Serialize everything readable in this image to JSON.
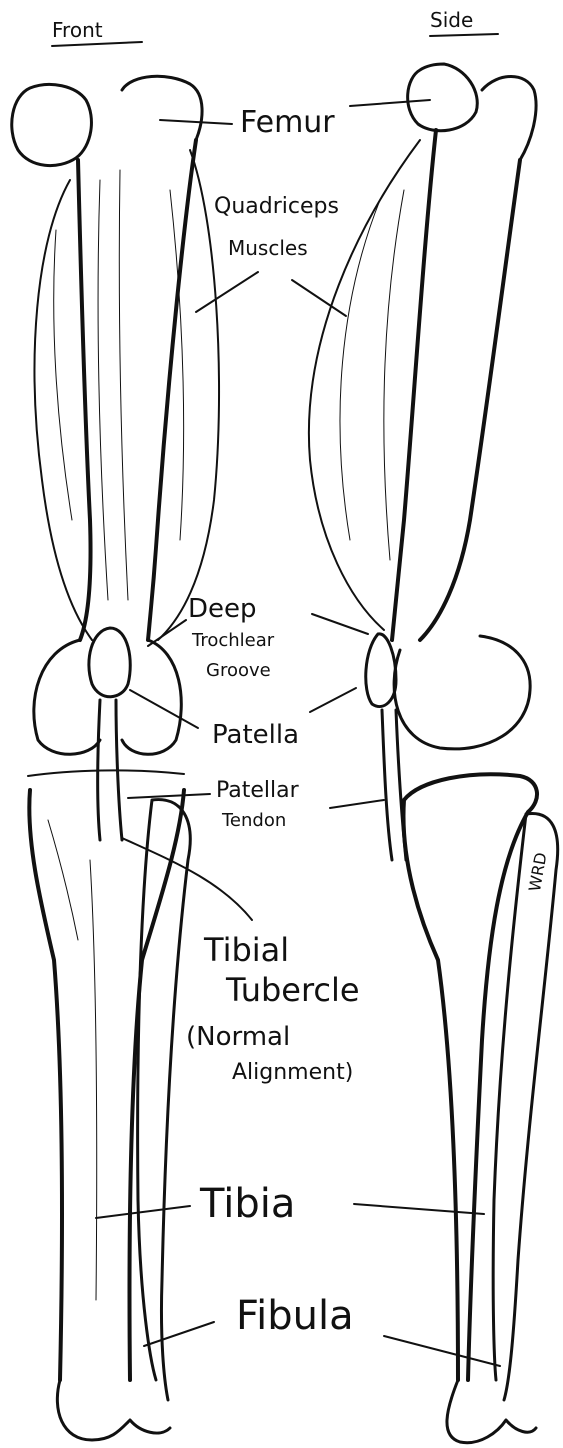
{
  "headings": {
    "front": "Front",
    "side": "Side"
  },
  "labels": {
    "femur": "Femur",
    "quadriceps_line1": "Quadriceps",
    "quadriceps_line2": "Muscles",
    "deep_line1": "Deep",
    "deep_line2": "Trochlear",
    "deep_line3": "Groove",
    "patella": "Patella",
    "patellar_tendon_line1": "Patellar",
    "patellar_tendon_line2": "Tendon",
    "tibial_tubercle_line1": "Tibial",
    "tibial_tubercle_line2": "Tubercle",
    "tibial_tubercle_line3": "(Normal",
    "tibial_tubercle_line4": "Alignment)",
    "tibia": "Tibia",
    "fibula": "Fibula"
  },
  "signature": "WRD",
  "ink_color": "#111111"
}
